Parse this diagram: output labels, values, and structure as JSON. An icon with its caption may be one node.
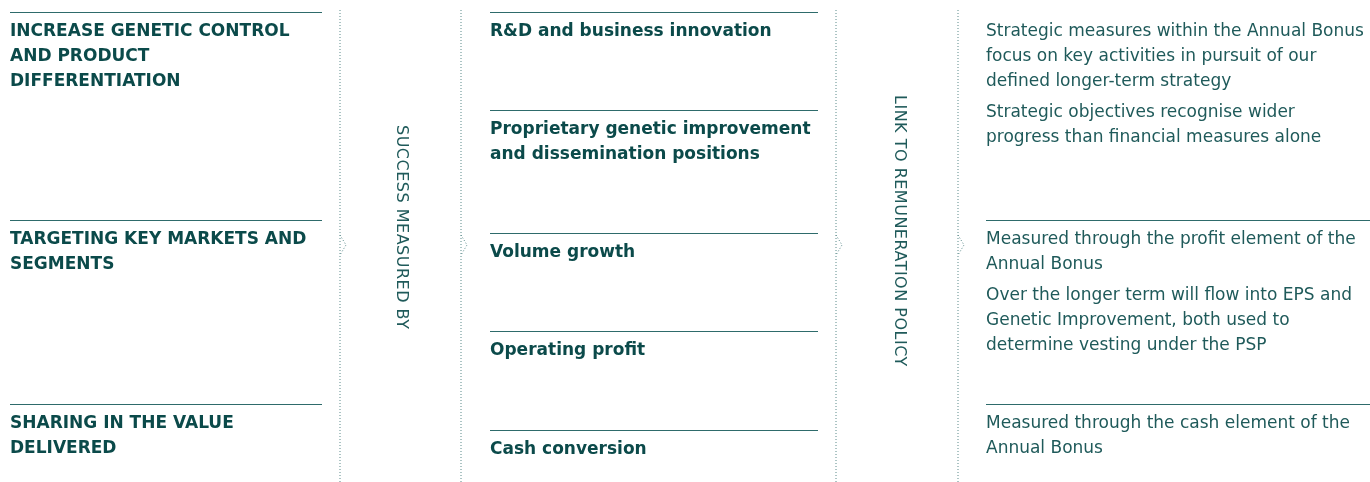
{
  "diagram": {
    "nodes": [
      {
        "text": [
          "INCREASE GENETIC CONTROL AND PRODUCT DIFFERENTIATION"
        ]
      },
      {
        "text": [
          "TARGETING KEY MARKETS AND SEGMENTS"
        ]
      },
      {
        "text": [
          "SHARING IN THE VALUE DELIVERED"
        ]
      },
      {
        "text": [
          "R&D and business innovation"
        ]
      },
      {
        "text": [
          "Proprietary genetic improvement and dissemination positions"
        ]
      },
      {
        "text": [
          "Volume growth"
        ]
      },
      {
        "text": [
          "Operating profit"
        ]
      },
      {
        "text": [
          "Cash conversion"
        ]
      },
      {
        "text": [
          "Strategic measures within the Annual Bonus focus on key activities in pursuit of our defined longer-term strategy",
          "Strategic objectives recognise wider progress than financial measures alone"
        ]
      },
      {
        "text": [
          "Measured through the profit element of the Annual Bonus",
          "Over the longer term will flow into EPS and Genetic Improvement, both used to determine vesting under the PSP"
        ]
      },
      {
        "text": [
          "Measured through the cash element of the Annual Bonus"
        ]
      }
    ],
    "labels": [
      "SUCCESS MEASURED BY",
      "LINK TO REMUNERATION POLICY"
    ]
  }
}
